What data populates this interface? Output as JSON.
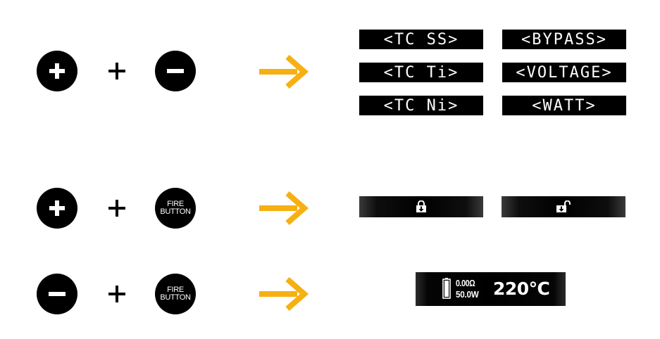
{
  "rows": [
    {
      "left_button": "plus-button",
      "right_button": "minus-button",
      "result": "mode-list"
    },
    {
      "left_button": "plus-button",
      "right_button": "fire-button",
      "result": "lock-unlock"
    },
    {
      "left_button": "minus-button",
      "right_button": "fire-button",
      "result": "display-view"
    }
  ],
  "fire_button": {
    "line1": "FIRE",
    "line2": "BUTTON"
  },
  "modes": {
    "tc_ss": "<TC SS>",
    "bypass": "<BYPASS>",
    "tc_ti": "<TC Ti>",
    "voltage": "<VOLTAGE>",
    "tc_ni": "<TC Ni>",
    "watt": "<WATT>"
  },
  "lock_icons": {
    "locked": "locked-icon",
    "unlocked": "unlocked-icon"
  },
  "display": {
    "resistance": "0.00Ω",
    "wattage": "50.0W",
    "temperature": "220℃",
    "battery_icon": "battery-icon"
  },
  "colors": {
    "arrow": "#F6B012",
    "button": "#000000",
    "screen": "#000000",
    "text_on_screen": "#FFFFFF"
  }
}
